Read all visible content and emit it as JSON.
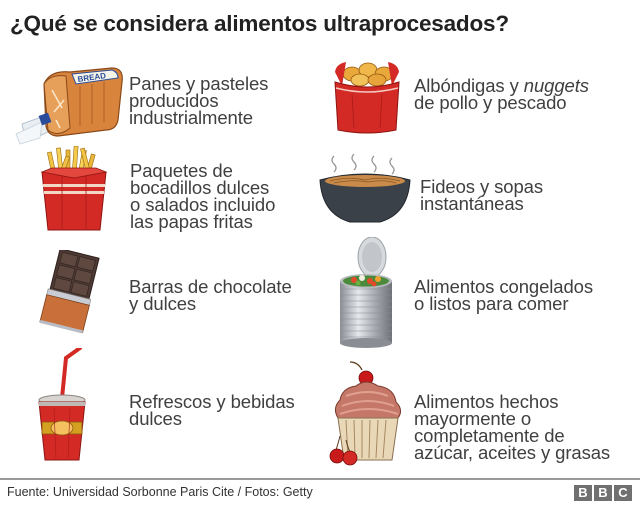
{
  "title": "¿Qué se considera alimentos ultraprocesados?",
  "items": [
    {
      "id": "bread",
      "icon": "bread-loaf-icon",
      "lines": [
        "Panes y pasteles",
        "producidos",
        "industrialmente"
      ]
    },
    {
      "id": "nuggets",
      "icon": "nuggets-box-icon",
      "lines_html": [
        [
          "Albóndigas y ",
          "nuggets"
        ],
        [
          "de pollo y pescado"
        ]
      ],
      "line1_plain": "Albóndigas y ",
      "line1_italic": "nuggets",
      "line2": "de pollo y pescado"
    },
    {
      "id": "snacks",
      "icon": "french-fries-icon",
      "lines": [
        "Paquetes de",
        "bocadillos dulces",
        "o salados incluido",
        "las papas fritas"
      ]
    },
    {
      "id": "noodles",
      "icon": "noodle-bowl-icon",
      "lines": [
        "Fideos y sopas",
        "instantáneas"
      ]
    },
    {
      "id": "chocolate",
      "icon": "chocolate-bar-icon",
      "lines": [
        "Barras de chocolate",
        "y dulces"
      ]
    },
    {
      "id": "canned",
      "icon": "tin-can-icon",
      "lines": [
        "Alimentos congelados",
        "o listos para comer"
      ]
    },
    {
      "id": "soda",
      "icon": "soda-cup-icon",
      "lines": [
        "Refrescos y bebidas",
        "dulces"
      ]
    },
    {
      "id": "cupcake",
      "icon": "cupcake-icon",
      "lines": [
        "Alimentos hechos",
        "mayormente o",
        "completamente de",
        "azúcar, aceites y grasas"
      ]
    }
  ],
  "bread_label": "BREAD",
  "footer": {
    "source": "Fuente: Universidad Sorbonne Paris Cite / Fotos: Getty",
    "logo": [
      "B",
      "B",
      "C"
    ]
  },
  "colors": {
    "title": "#222222",
    "text": "#404040",
    "red": "#d42a26",
    "bowl": "#3b4148",
    "divider": "#9a9a9a",
    "logo_block": "#707070"
  }
}
